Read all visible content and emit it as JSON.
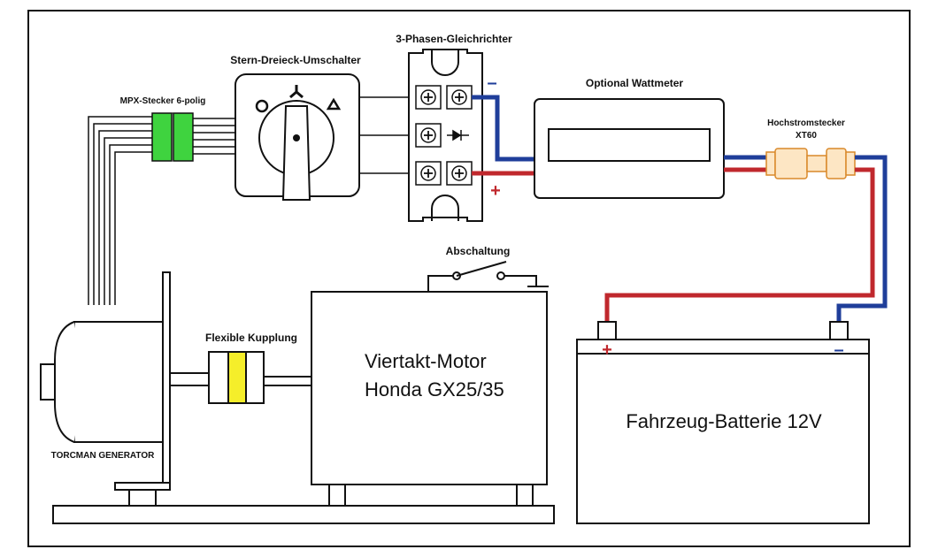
{
  "labels": {
    "rectifier": "3-Phasen-Gleichrichter",
    "star_delta_switch": "Stern-Dreieck-Umschalter",
    "mpx_connector": "MPX-Stecker 6-polig",
    "wattmeter": "Optional Wattmeter",
    "high_current_connector_line1": "Hochstromstecker",
    "high_current_connector_line2": "XT60",
    "cutoff": "Abschaltung",
    "coupling": "Flexible Kupplung",
    "engine_line1": "Viertakt-Motor",
    "engine_line2": "Honda GX25/35",
    "battery": "Fahrzeug-Batterie 12V",
    "generator": "TORCMAN GENERATOR",
    "plus_sign": "+",
    "minus_sign": "–"
  },
  "colors": {
    "positive_wire": "#c0282d",
    "negative_wire": "#1f3e9a",
    "mpx_connector": "#3fd33f",
    "coupling_insert": "#f5ee2a",
    "xt60": "#f5b04a"
  }
}
